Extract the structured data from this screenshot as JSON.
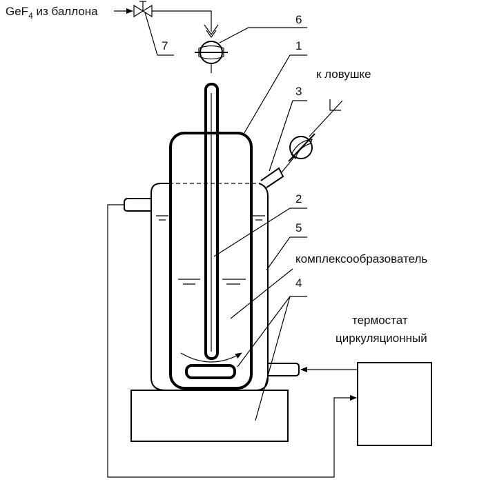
{
  "labels": {
    "gas_source": "GeF",
    "gas_source_sub": "4",
    "gas_source_suffix": " из баллона",
    "to_trap": "к ловушке",
    "complexing_agent": "комплексообразователь",
    "thermostat_line1": "термостат",
    "thermostat_line2": "циркуляционный"
  },
  "callouts": [
    "1",
    "2",
    "3",
    "4",
    "5",
    "6",
    "7"
  ]
}
